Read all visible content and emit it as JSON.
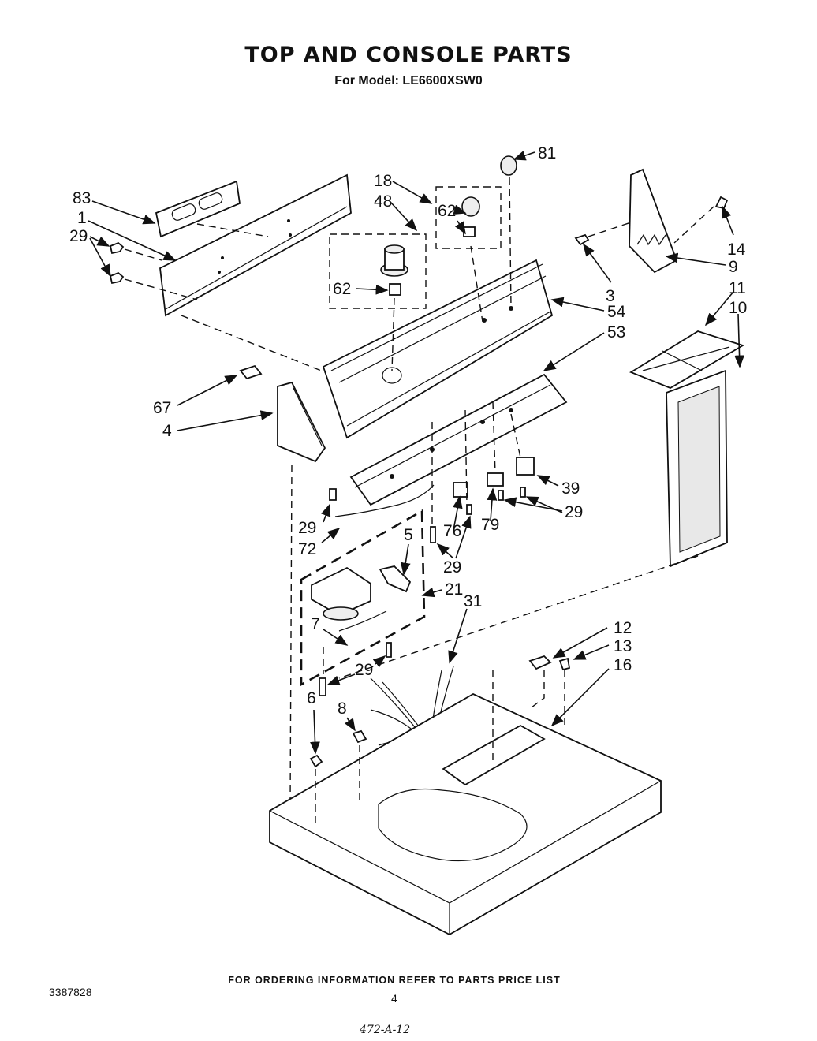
{
  "title": "TOP AND CONSOLE PARTS",
  "subtitle": "For Model: LE6600XSW0",
  "footer_note": "FOR ORDERING INFORMATION REFER TO PARTS PRICE LIST",
  "doc_number": "3387828",
  "page_number": "4",
  "handwritten_code": "472-A-12",
  "callouts": {
    "c81": "81",
    "c18": "18",
    "c48": "48",
    "c62a": "62",
    "c62b": "62",
    "c83": "83",
    "c1": "1",
    "c29a": "29",
    "c14": "14",
    "c9": "9",
    "c3": "3",
    "c54": "54",
    "c53": "53",
    "c11": "11",
    "c10": "10",
    "c67": "67",
    "c4": "4",
    "c39": "39",
    "c29b": "29",
    "c76": "76",
    "c79": "79",
    "c29c": "29",
    "c72": "72",
    "c5": "5",
    "c29d": "29",
    "c21": "21",
    "c31": "31",
    "c7": "7",
    "c29e": "29",
    "c12": "12",
    "c13": "13",
    "c16": "16",
    "c6": "6",
    "c8": "8"
  }
}
